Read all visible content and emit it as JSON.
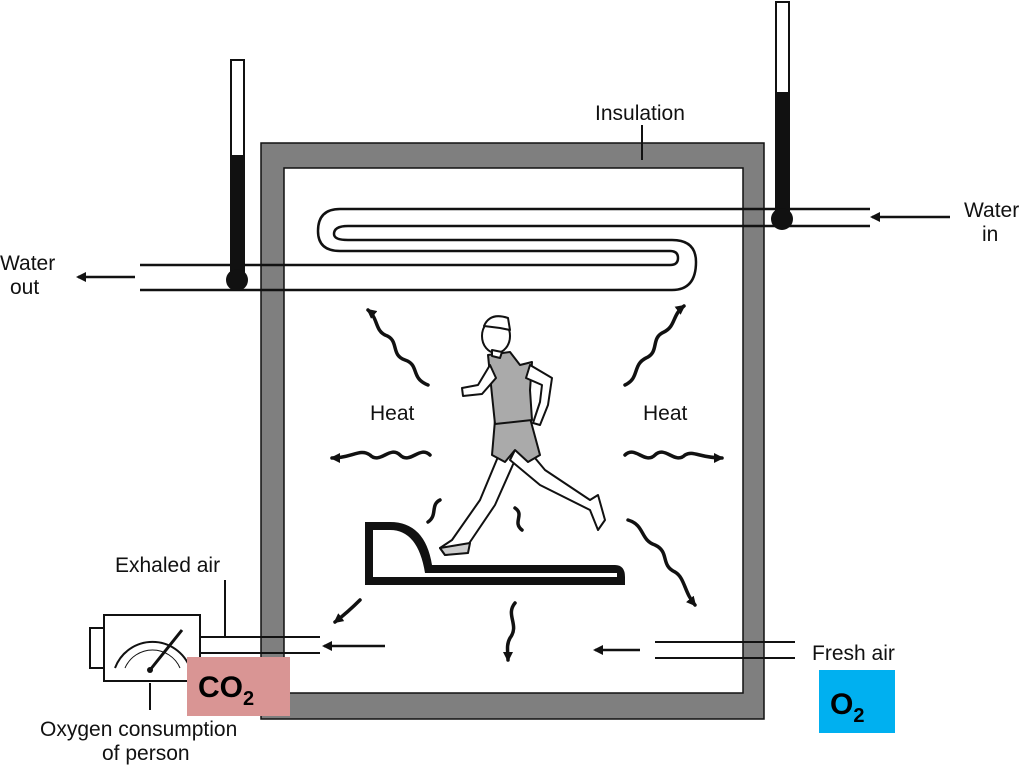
{
  "labels": {
    "insulation": "Insulation",
    "water_in": [
      "Water",
      "in"
    ],
    "water_out": [
      "Water",
      "out"
    ],
    "heat_left": "Heat",
    "heat_right": "Heat",
    "exhaled_air": "Exhaled air",
    "fresh_air": "Fresh air",
    "oxygen_consumption": [
      "Oxygen consumption",
      "of person"
    ]
  },
  "badges": {
    "co2": {
      "main": "CO",
      "sub": "2",
      "color": "#d99594"
    },
    "o2": {
      "main": "O",
      "sub": "2",
      "color": "#00b0f0"
    }
  },
  "colors": {
    "insulation_wall": "#7f7f7f",
    "outline": "#111111"
  }
}
